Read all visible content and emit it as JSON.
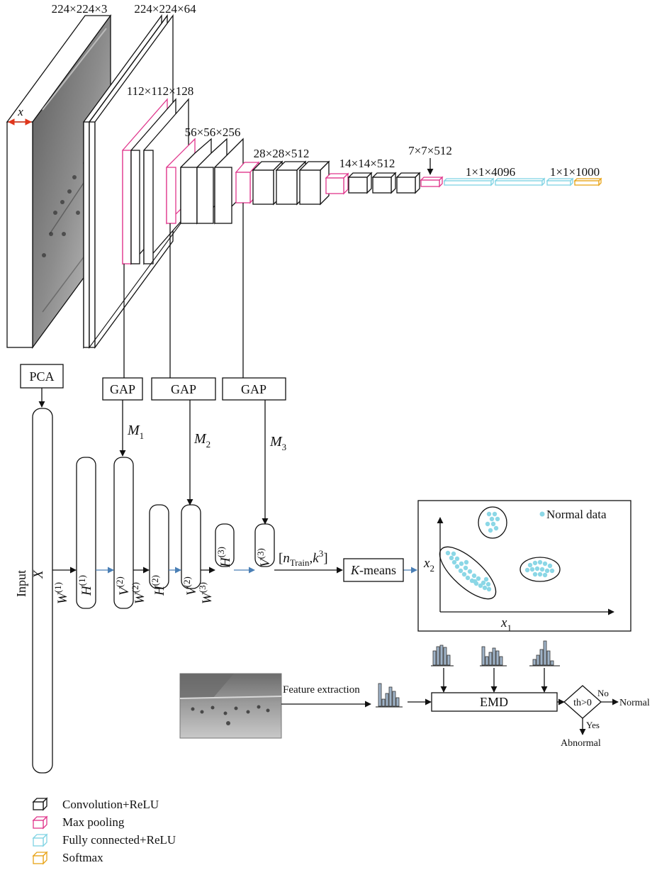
{
  "colors": {
    "line": "#111111",
    "max_pooling": "#e0368c",
    "fully_connected": "#7fd3e3",
    "softmax": "#e8a317",
    "arrow_blue": "#4a7fb5",
    "cluster_dot": "#8bd7e6",
    "hist_bar": "#9fb3c8"
  },
  "vgg": {
    "dims": {
      "d1": "224×224×3",
      "d2": "224×224×64",
      "d3": "112×112×128",
      "d4": "56×56×256",
      "d5": "28×28×512",
      "d6": "14×14×512",
      "d7": "7×7×512",
      "d8": "1×1×4096",
      "d9": "1×1×1000"
    },
    "x_label": "x"
  },
  "pca_label": "PCA",
  "gap_labels": [
    "GAP",
    "GAP",
    "GAP"
  ],
  "m_labels": [
    "M",
    "M",
    "M"
  ],
  "m_subs": [
    "1",
    "2",
    "3"
  ],
  "input_label": "Input",
  "x_col": "X",
  "w_labels": [
    "W",
    "W",
    "W"
  ],
  "w_sups": [
    "(1)",
    "(2)",
    "(3)"
  ],
  "h_labels": [
    "H",
    "H",
    "H"
  ],
  "h_sups": [
    "(1)",
    "(2)",
    "(3)"
  ],
  "v_labels": [
    "V",
    "V",
    "V"
  ],
  "v_sups": [
    "(2)",
    "(2)",
    "(3)"
  ],
  "ntrain": {
    "open": "[",
    "n": "n",
    "sub": "Train",
    "comma": ",",
    "k": "k",
    "sup": "3",
    "close": "]"
  },
  "kmeans": {
    "k": "K",
    "rest": "-means"
  },
  "scatter": {
    "legend": "Normal data",
    "x_axis": "x",
    "x_sub": "1",
    "y_axis": "x",
    "y_sub": "2"
  },
  "chart_data": {
    "type": "scatter",
    "series": [
      {
        "name": "Normal data"
      }
    ],
    "xlabel": "x1",
    "ylabel": "x2"
  },
  "feature_extraction": "Feature extraction",
  "emd": "EMD",
  "threshold": "th>0",
  "no_label": "No",
  "yes_label": "Yes",
  "normal_label": "Normal",
  "abnormal_label": "Abnormal",
  "legend": [
    {
      "label": "Convolution+ReLU",
      "color": "#111111"
    },
    {
      "label": "Max pooling",
      "color": "#e0368c"
    },
    {
      "label": "Fully connected+ReLU",
      "color": "#7fd3e3"
    },
    {
      "label": "Softmax",
      "color": "#e8a317"
    }
  ]
}
